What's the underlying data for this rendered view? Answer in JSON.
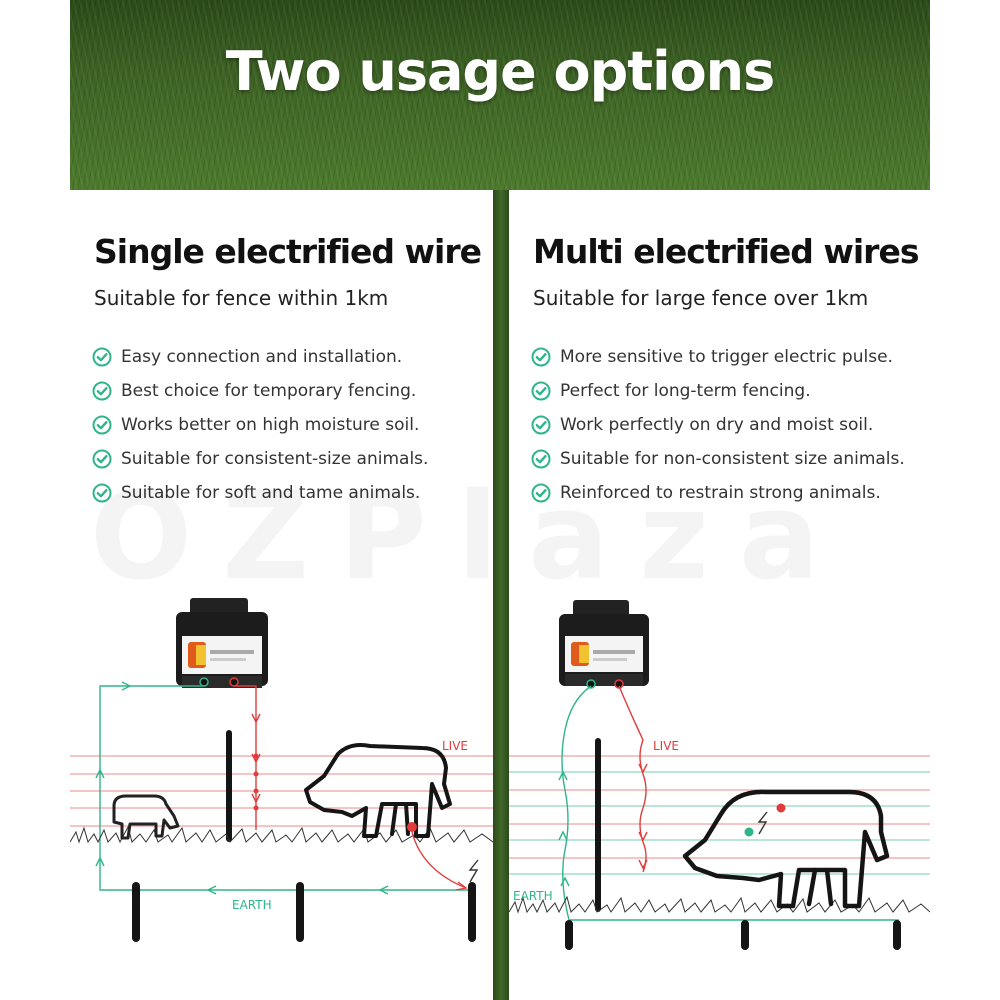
{
  "header": {
    "title": "Two usage options"
  },
  "left": {
    "heading": "Single electrified wire",
    "subheading": "Suitable for fence within 1km",
    "features": [
      "Easy connection and installation.",
      "Best choice for temporary fencing.",
      "Works better on high moisture soil.",
      "Suitable for consistent-size animals.",
      "Suitable for soft and tame animals."
    ],
    "diagram": {
      "live_label": "LIVE",
      "earth_label": "EARTH"
    }
  },
  "right": {
    "heading": "Multi electrified wires",
    "subheading": "Suitable for large fence over 1km",
    "features": [
      "More sensitive to trigger electric pulse.",
      "Perfect for long-term fencing.",
      "Work perfectly on dry and moist soil.",
      "Suitable for non-consistent size animals.",
      "Reinforced to restrain strong animals."
    ],
    "diagram": {
      "live_label": "LIVE",
      "earth_label": "EARTH"
    }
  },
  "watermark": "OZPlaza",
  "colors": {
    "grass": "#3d6324",
    "divider": "#2f5220",
    "check": "#2fb58c",
    "live_wire": "#e03c3c",
    "earth_wire": "#2fb58c",
    "fence_line": "#f2a0a0"
  },
  "icons": {
    "check": "check-circle-icon",
    "energizer": "energizer-box-icon",
    "spark": "lightning-icon"
  }
}
